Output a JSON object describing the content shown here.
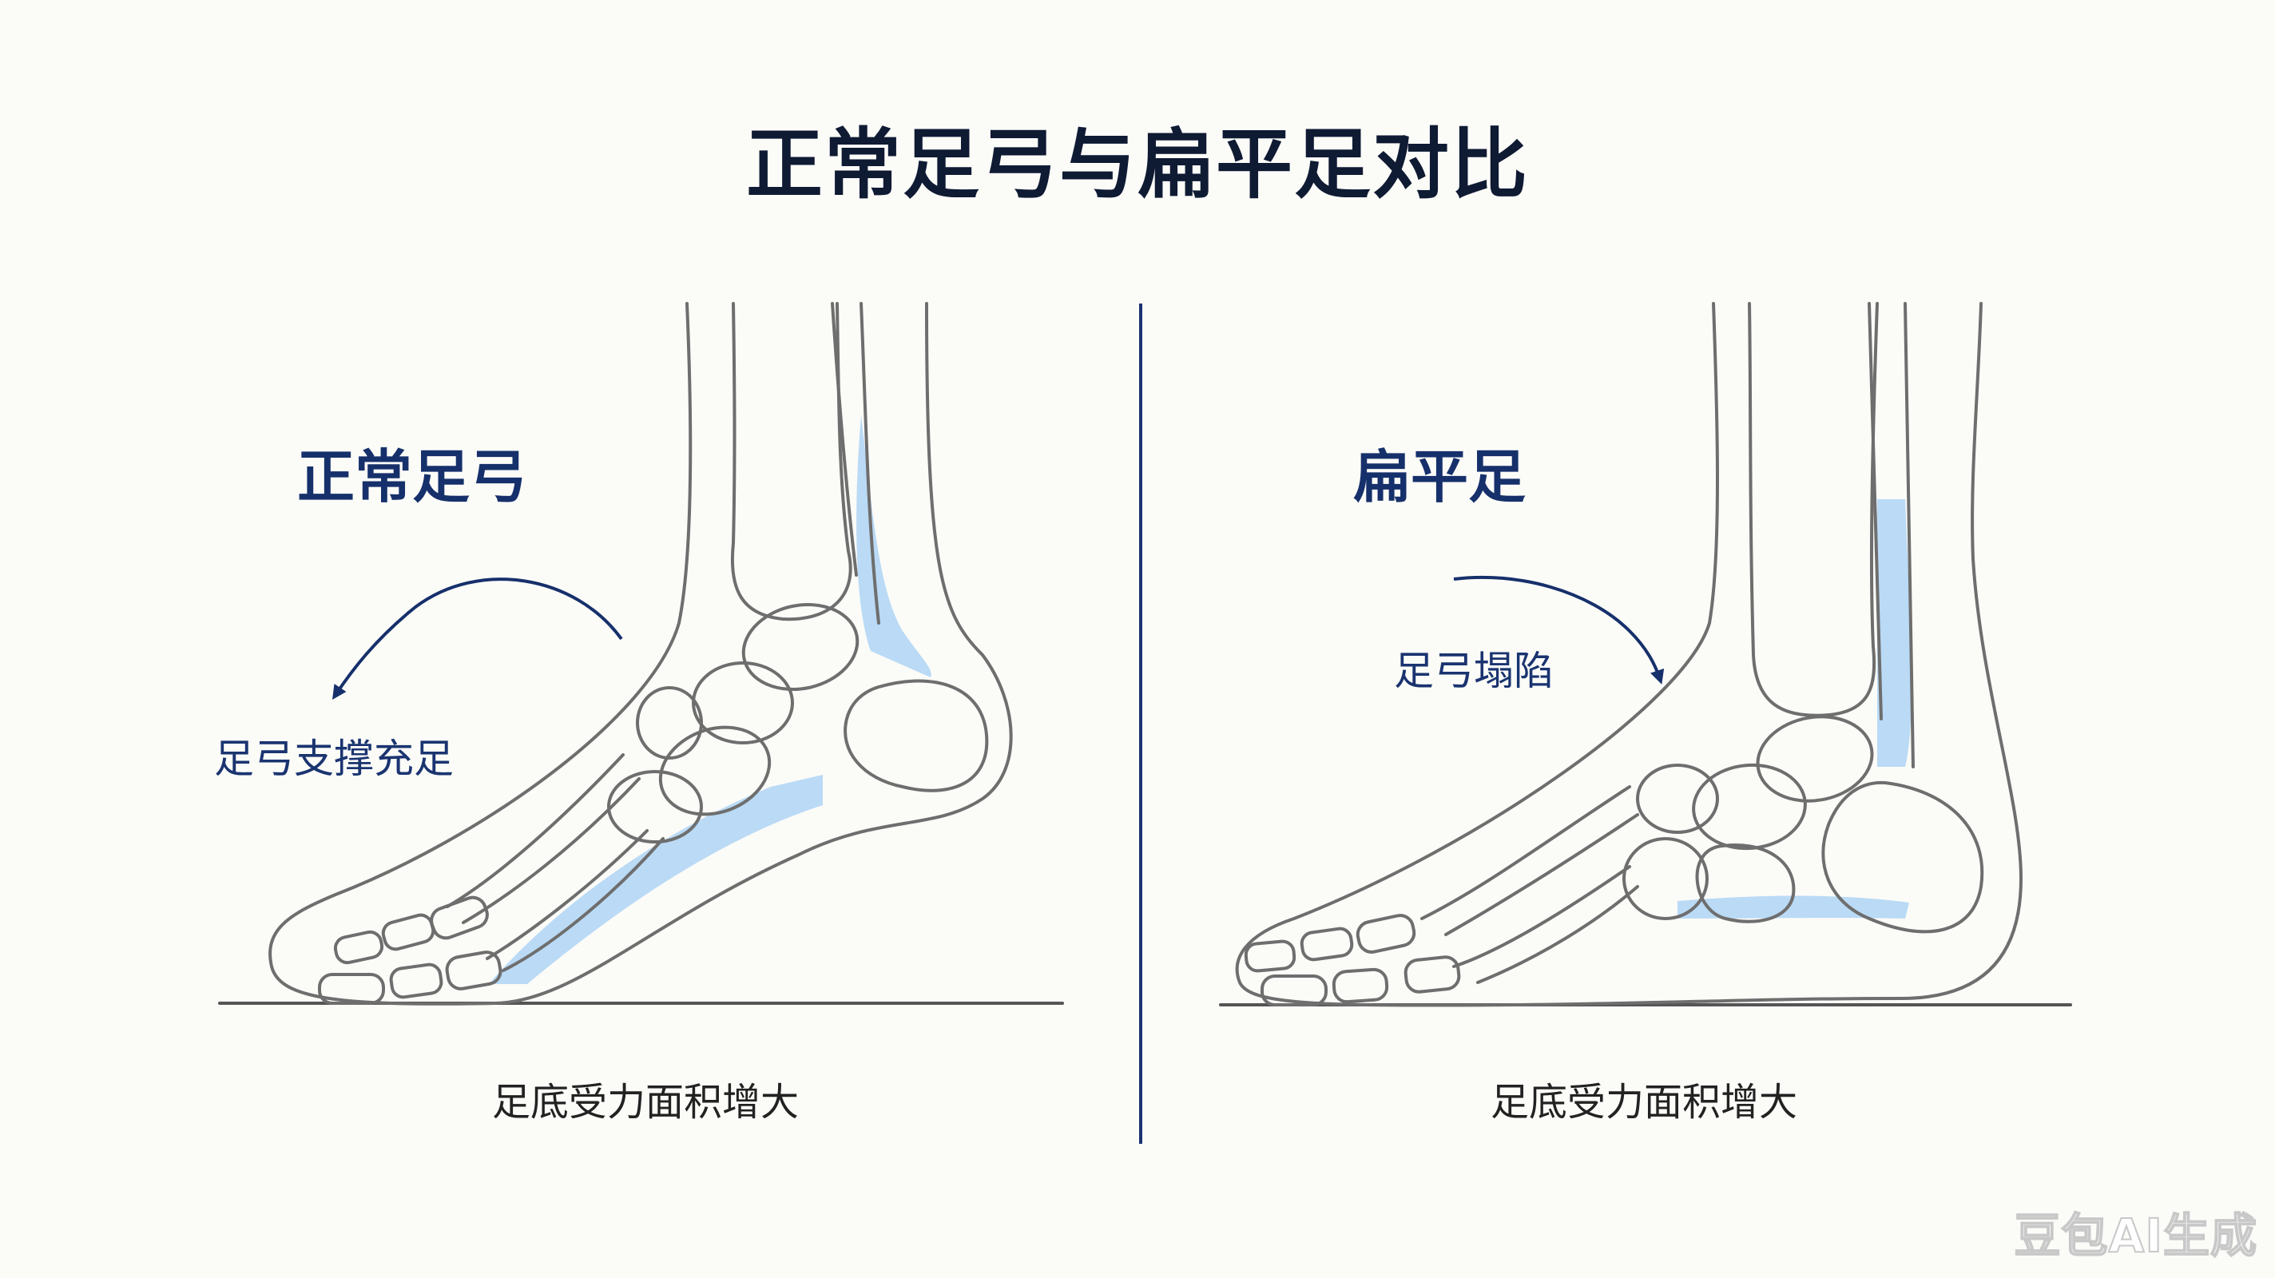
{
  "title": "正常足弓与扁平足对比",
  "left_panel": {
    "title": "正常足弓",
    "annotation": "足弓支撑充足",
    "caption": "足底受力面积增大"
  },
  "right_panel": {
    "title": "扁平足",
    "annotation": "足弓塌陷",
    "caption": "足底受力面积增大"
  },
  "watermark": "豆包AI生成",
  "colors": {
    "background": "#fbfbf8",
    "title": "#0f1a33",
    "accent": "#16306b",
    "bone_outline": "#6e6e6e",
    "highlight": "#aed3f5"
  }
}
